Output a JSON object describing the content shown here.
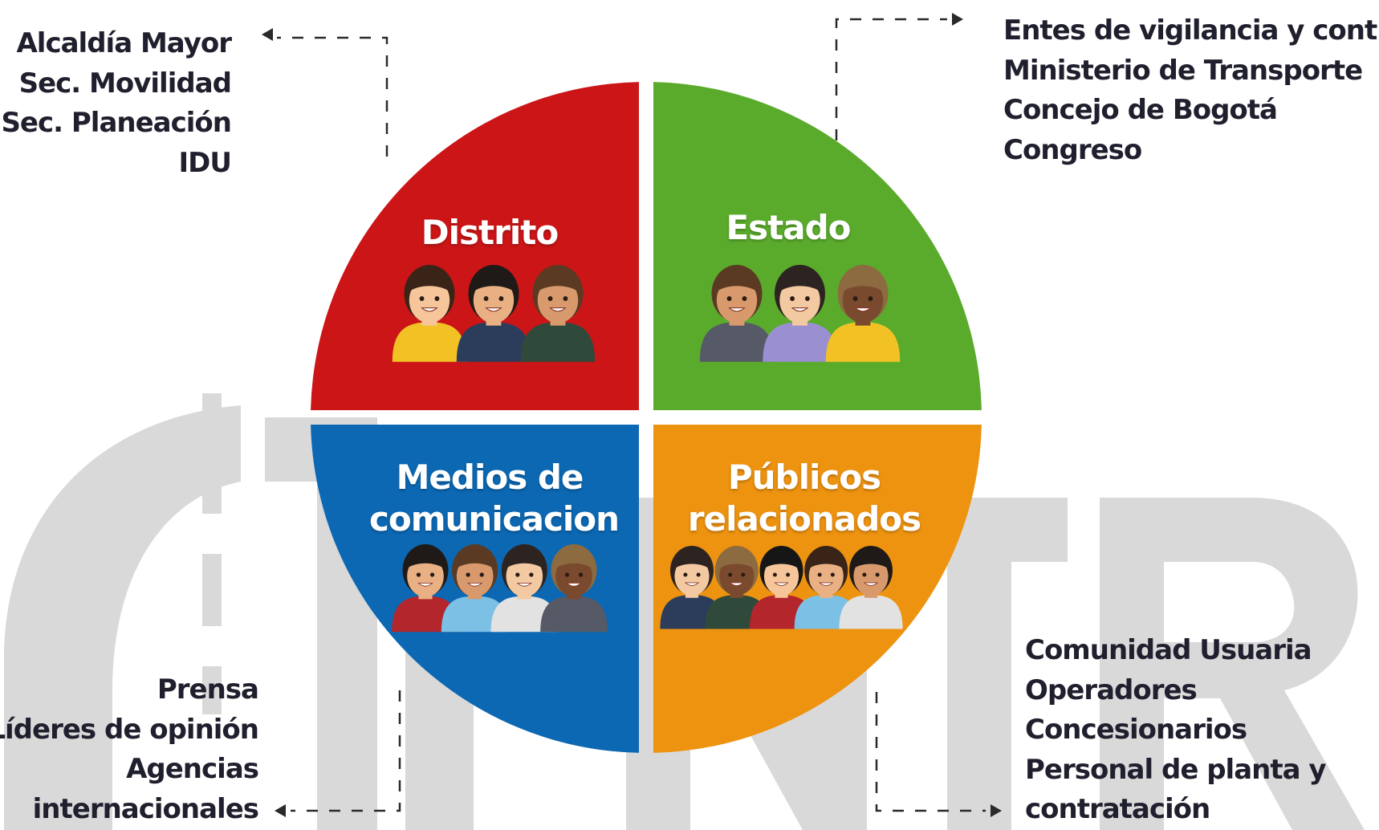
{
  "quadrants": {
    "distrito": {
      "title": [
        "Distrito"
      ],
      "color": "#cc1517",
      "people": 3
    },
    "estado": {
      "title": [
        "Estado"
      ],
      "color": "#5aab2c",
      "people": 3
    },
    "medios": {
      "title": [
        "Medios de",
        "comunicacion"
      ],
      "color": "#0c68b3",
      "people": 4
    },
    "publicos": {
      "title": [
        "Públicos",
        "relacionados"
      ],
      "color": "#ee9310",
      "people": 5
    }
  },
  "groups": {
    "distrito": [
      "Alcaldía Mayor",
      "Sec. Movilidad",
      "Sec. Planeación",
      "IDU"
    ],
    "estado": [
      "Entes de vigilancia y control",
      "Ministerio de Transporte",
      "Concejo de Bogotá",
      "Congreso"
    ],
    "medios": [
      "Prensa",
      "Líderes de opinión",
      "Agencias",
      "internacionales"
    ],
    "publicos": [
      "Comunidad Usuaria",
      "Operadores",
      "Concesionarios",
      "Personal de planta y",
      "contratación"
    ]
  },
  "watermark": {
    "color": "#d9d9d9"
  },
  "connector_color": "#2a2a2a"
}
